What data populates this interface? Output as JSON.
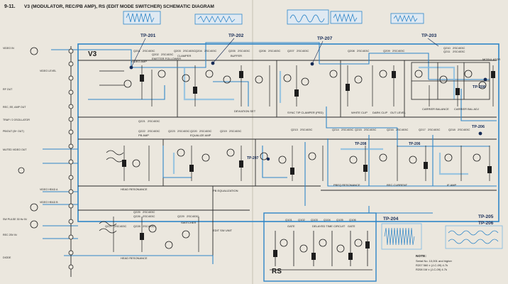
{
  "header": {
    "figure_number": "9-11.",
    "title": "V3 (MODULATOR, REC/PB AMP), RS (EDIT MODE SWITCHER) SCHEMATIC DIAGRAM"
  },
  "sections": {
    "v3": "V3",
    "rs": "RS"
  },
  "test_points": {
    "tp201": "TP-201",
    "tp202": "TP-202",
    "tp207": "TP-207",
    "tp203": "TP-203",
    "tp208": "TP-208",
    "tp206": "TP-206",
    "tp204": "TP-204",
    "tp205": "TP-205"
  },
  "left_connectors": [
    "VIDEO IN",
    "VIDEO LEVEL",
    "RF OUT",
    "REC, EE, AMP OUT",
    "TRAP / 2 OSCILLATOR",
    "PB/OUT (B+ OUT)",
    "MUTED VIDEO OUT",
    "VIDEO HEAD A",
    "VIDEO HEAD B",
    "SW PULSE 30 Hz IN",
    "REC 25V IN",
    "DIODE"
  ],
  "transistor_labels": [
    {
      "ref": "Q201",
      "type": "2SC403C"
    },
    {
      "ref": "Q202",
      "type": "2SC403C"
    },
    {
      "ref": "Q203",
      "type": "2SC403C"
    },
    {
      "ref": "Q204",
      "type": "2SC403C"
    },
    {
      "ref": "Q205",
      "type": "2SC403C"
    },
    {
      "ref": "Q206",
      "type": "2SC403C"
    },
    {
      "ref": "Q207",
      "type": "2SC403C"
    },
    {
      "ref": "Q208",
      "type": "2SC403C"
    },
    {
      "ref": "Q209",
      "type": "2SC403C"
    },
    {
      "ref": "Q210",
      "type": "2SC403C"
    },
    {
      "ref": "Q211",
      "type": "2SC403C"
    },
    {
      "ref": "Q213",
      "type": "2SC403C"
    },
    {
      "ref": "Q214",
      "type": "2SC403C"
    },
    {
      "ref": "Q215",
      "type": "2SC403C"
    },
    {
      "ref": "Q216",
      "type": "2SC403C"
    },
    {
      "ref": "Q217",
      "type": "2SC403C"
    },
    {
      "ref": "Q218",
      "type": "2SC403C"
    },
    {
      "ref": "Q219",
      "type": "2SC403C"
    },
    {
      "ref": "Q220",
      "type": "2SC403C"
    },
    {
      "ref": "Q221",
      "type": "2SC403C"
    },
    {
      "ref": "Q222",
      "type": "2SC403C"
    },
    {
      "ref": "Q223",
      "type": "2SC403C"
    },
    {
      "ref": "Q225",
      "type": "2SC403C"
    },
    {
      "ref": "Q226",
      "type": "2SC403C"
    },
    {
      "ref": "Q227",
      "type": "2SC403C"
    },
    {
      "ref": "Q228",
      "type": "2SC403C"
    },
    {
      "ref": "Q229",
      "type": "2SC403C"
    }
  ],
  "block_labels": [
    "VIDEO AMP",
    "EMITTER FOLLOWER",
    "CLAMPER",
    "BUFFER",
    "SYNC TIP CLAMPER (PED)",
    "WHITE CLIP",
    "DARK CLIP",
    "OUT LEVEL",
    "MODULATOR",
    "DEVIATION SET",
    "CARRIER BALANCE",
    "CARRIER BAL ADJ",
    "PB AMP",
    "EQUALIZE AMP",
    "HEAD RESONANCE",
    "PB EQUALIZATION",
    "SWITCHER",
    "REC CURRENT",
    "PBEQ RESONANCE",
    "IF AMP",
    "EDIT SW UNIT"
  ],
  "rs_labels": [
    {
      "ref": "Q101",
      "type": "2SC403C"
    },
    {
      "ref": "Q102",
      "type": "2SC403C"
    },
    {
      "ref": "Q103",
      "type": "2SC403C"
    },
    {
      "ref": "Q104",
      "type": "2SC403C"
    },
    {
      "ref": "Q105",
      "type": "2SC403C"
    },
    {
      "ref": "Q106",
      "type": "2SC403C"
    }
  ],
  "rs_blocks": [
    "GATE",
    "DELAYED TIME CIRCUIT",
    "GATE"
  ],
  "notes": {
    "title": "NOTE:",
    "lines": [
      "Serial No. 10,001 and higher",
      "R207 560 ± (J-C-09) 4.7k",
      "R208 1M ± (J-C-09) 4.7k"
    ]
  },
  "colors": {
    "paper": "#ebe7de",
    "ink": "#1d1d1d",
    "trace_blue": "#2f86c8",
    "light_blue": "#7ab8e2",
    "tp_text": "#152a55"
  }
}
